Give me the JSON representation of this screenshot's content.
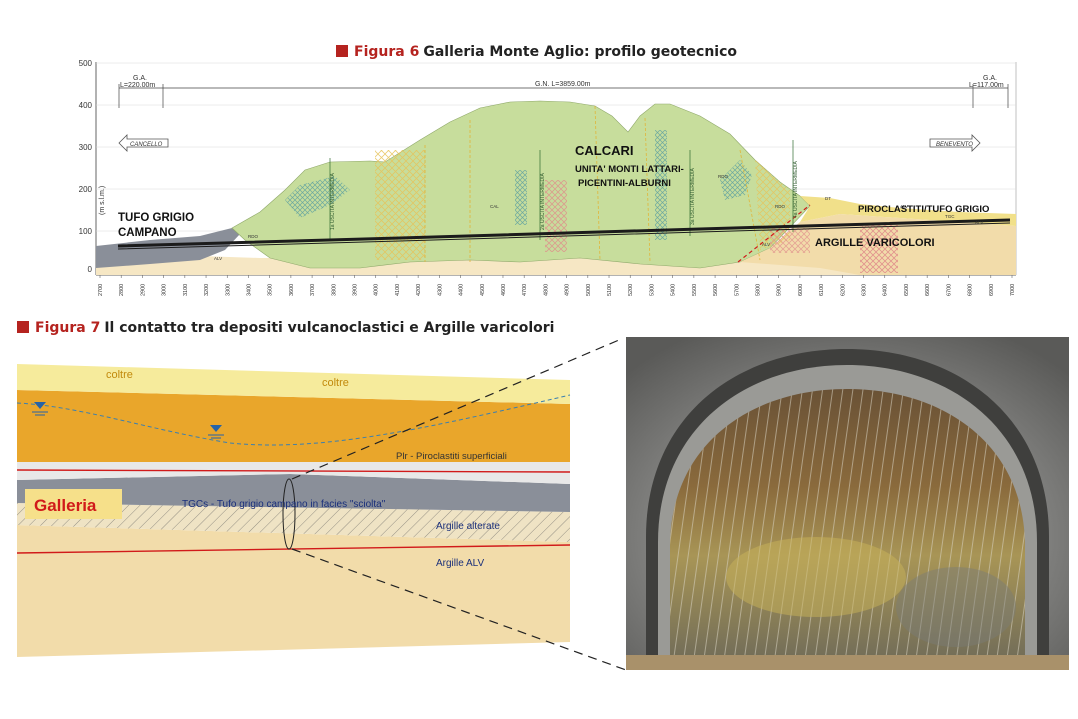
{
  "colors": {
    "figure_marker": "#b5231f",
    "calcari": "#c7dd9c",
    "tufo": "#8a8f99",
    "argille": "#f2dcaa",
    "piroclastiti": "#e9a62b",
    "coltre": "#f6eb9c",
    "tunnel_line": "#1b1b1b",
    "red_line": "#d11a1a"
  },
  "fig6": {
    "marker": "Figura 6",
    "title": "Galleria Monte Aglio: profilo geotecnico",
    "y_axis_label": "(m s.l.m.)",
    "y_ticks": [
      "500",
      "400",
      "300",
      "200",
      "100",
      "0"
    ],
    "x_ticks": [
      "2700",
      "2800",
      "2900",
      "3000",
      "3100",
      "3200",
      "3300",
      "3400",
      "3500",
      "3600",
      "3700",
      "3800",
      "3900",
      "4000",
      "4100",
      "4200",
      "4300",
      "4400",
      "4500",
      "4600",
      "4700",
      "4800",
      "4900",
      "5000",
      "5100",
      "5200",
      "5300",
      "5400",
      "5500",
      "5600",
      "5700",
      "5800",
      "5900",
      "6000",
      "6100",
      "6200",
      "6300",
      "6400",
      "6500",
      "6600",
      "6700",
      "6800",
      "6900",
      "7000"
    ],
    "ga_left": "G.A.",
    "ga_left_length": "L=220.00m",
    "gn": "G.N. L=3859.00m",
    "ga_right": "G.A.",
    "ga_right_length": "L=117.00m",
    "arrow_left": "CANCELLO",
    "arrow_right": "BENEVENTO",
    "label_calcari": "CALCARI",
    "label_unita_1": "UNITA' MONTI LATTARI-",
    "label_unita_2": "PICENTINI-ALBURNI",
    "label_tufo_1": "TUFO GRIGIO",
    "label_tufo_2": "CAMPANO",
    "label_piroclastiti": "PIROCLASTITI/TUFO GRIGIO",
    "label_argille": "ARGILLE VARICOLORI",
    "uscita_1": "1a USCITA INTERMEDIA",
    "uscita_2": "2a USCITA INTERMEDIA",
    "uscita_3": "3a USCITA INTERMEDIA",
    "uscita_4": "4a USCITA INTERMEDIA",
    "small_labels": [
      "ALV",
      "RDO",
      "CAL",
      "RDO",
      "RDO",
      "ALV",
      "DT",
      "ALV",
      "TGC",
      "ALV"
    ]
  },
  "fig7": {
    "marker": "Figura 7",
    "title": "Il contatto tra depositi vulcanoclastici e Argille varicolori",
    "coltre_1": "coltre",
    "coltre_2": "coltre",
    "plr": "Plr - Piroclastiti superficiali",
    "galleria": "Galleria",
    "tgcs": "TGCs - Tufo grigio campano in facies \"sciolta\"",
    "argille_alterate": "Argille alterate",
    "argille_alv": "Argille ALV"
  },
  "photo": {
    "subject": "tunnel-face-photo"
  }
}
